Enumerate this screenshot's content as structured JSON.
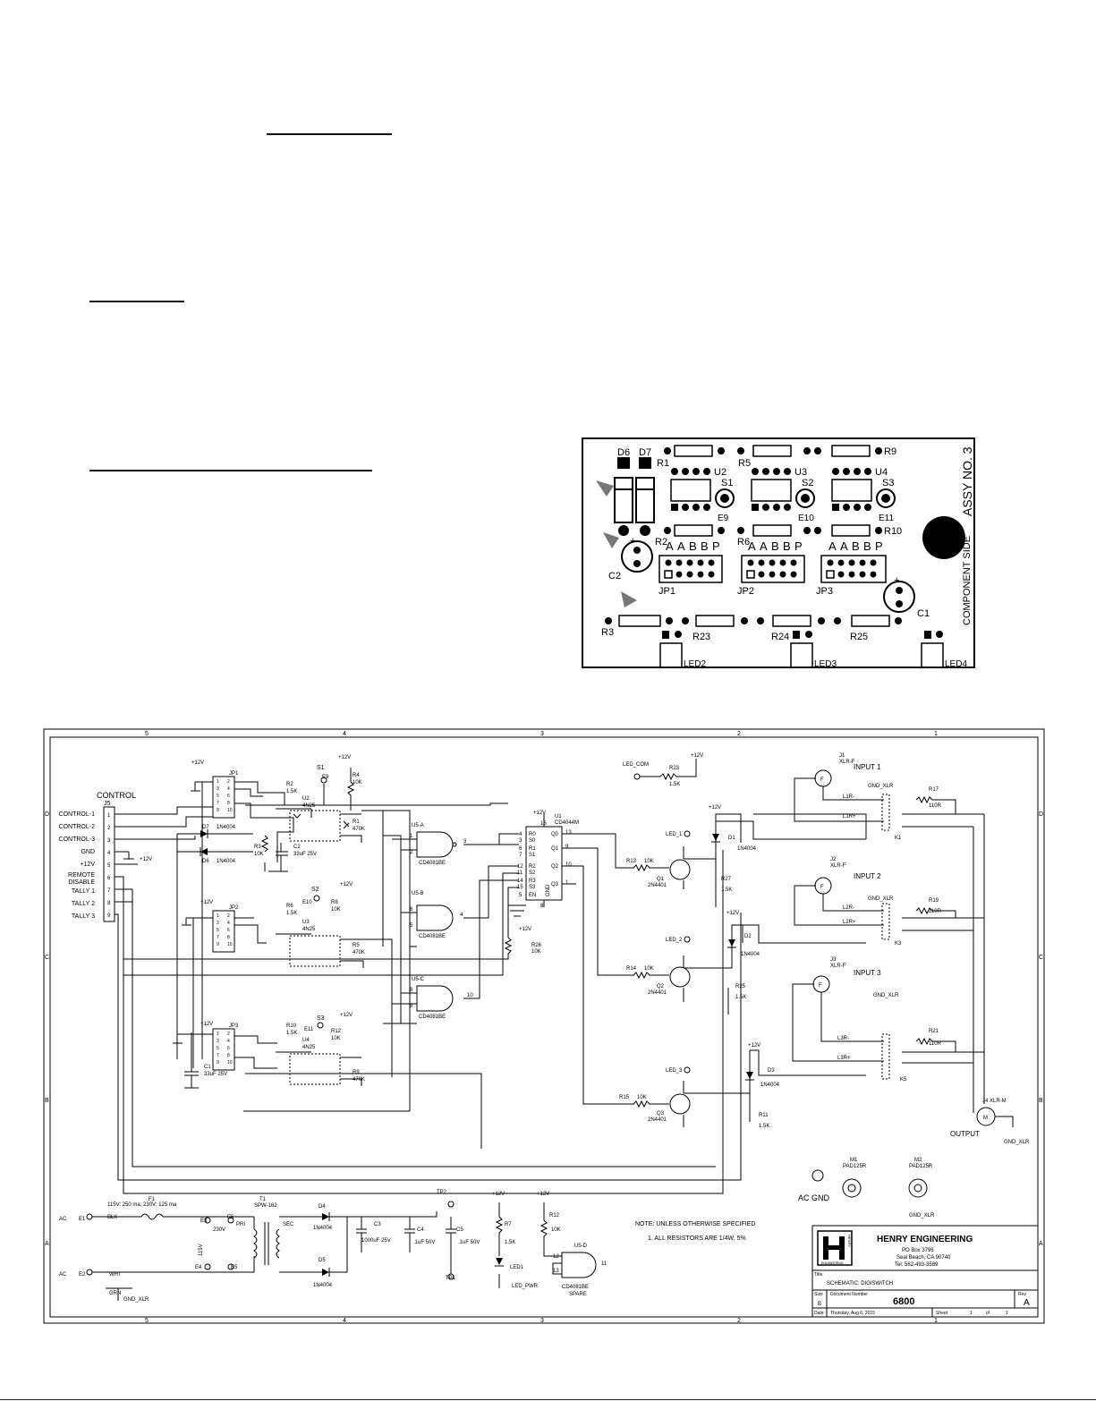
{
  "pcb": {
    "assy_label": "ASSY NO. 3",
    "side_label": "COMPONENT SIDE",
    "diodes": [
      "D6",
      "D7"
    ],
    "caps": [
      "C2",
      "C1"
    ],
    "resistors_top": [
      "R1",
      "R5",
      "R9"
    ],
    "resistors_mid": [
      "R2",
      "R6",
      "R10"
    ],
    "resistors_bot": [
      "R3",
      "R23",
      "R24",
      "R25"
    ],
    "ics": [
      "U2",
      "U3",
      "U4"
    ],
    "switches": [
      "S1",
      "S2",
      "S3"
    ],
    "terminals": [
      "E9",
      "E10",
      "E11"
    ],
    "jumpers": [
      "JP1",
      "JP2",
      "JP3"
    ],
    "jumper_letters": [
      "A",
      "A",
      "B",
      "B",
      "P"
    ],
    "leds": [
      "LED2",
      "LED3",
      "LED4"
    ]
  },
  "schematic": {
    "col_markers": [
      "5",
      "4",
      "3",
      "2",
      "1"
    ],
    "row_markers": [
      "D",
      "C",
      "B",
      "A"
    ],
    "control": {
      "title": "CONTROL",
      "ref": "J5",
      "pins": [
        "1",
        "2",
        "3",
        "4",
        "5",
        "6",
        "7",
        "8",
        "9"
      ],
      "labels": [
        "CONTROL-1",
        "CONTROL-2",
        "CONTROL-3",
        "GND",
        "+12V",
        "REMOTE",
        "DISABLE",
        "TALLY 1",
        "TALLY 2",
        "TALLY 3"
      ]
    },
    "supply": "+12V",
    "jumpers": [
      "JP1",
      "JP2",
      "JP3"
    ],
    "jp_pins": [
      "1",
      "2",
      "3",
      "4",
      "5",
      "6",
      "7",
      "8",
      "9",
      "10"
    ],
    "opto": [
      {
        "ref": "U2",
        "part": "4N25",
        "r_in": "R2",
        "r_in_val": "1.5K",
        "sw": "S1",
        "term": "E9",
        "r_pull": "R4",
        "r_pull_val": "10K",
        "r_out": "R1",
        "r_out_val": "470K"
      },
      {
        "ref": "U3",
        "part": "4N25",
        "r_in": "R6",
        "r_in_val": "1.5K",
        "sw": "S2",
        "term": "E10",
        "r_pull": "R8",
        "r_pull_val": "10K",
        "r_out": "R5",
        "r_out_val": "470K"
      },
      {
        "ref": "U4",
        "part": "4N25",
        "r_in": "R10",
        "r_in_val": "1.5K",
        "sw": "S3",
        "term": "E11",
        "r_pull": "R12",
        "r_pull_val": "10K",
        "r_out": "R9",
        "r_out_val": "470K"
      }
    ],
    "diodes_left": [
      {
        "ref": "D7",
        "part": "1N4004"
      },
      {
        "ref": "D6",
        "part": "1N4004"
      }
    ],
    "r3": {
      "ref": "R3",
      "val": "10K"
    },
    "c2": {
      "ref": "C2",
      "val": "33uF 25V"
    },
    "c1": {
      "ref": "C1",
      "val": "33uF 25V"
    },
    "gates": [
      {
        "ref": "U5-A",
        "part": "CD4081BE",
        "pins": [
          "1",
          "2",
          "3"
        ]
      },
      {
        "ref": "U5-B",
        "part": "CD4081BE",
        "pins": [
          "6",
          "5",
          "4"
        ]
      },
      {
        "ref": "U5-C",
        "part": "CD4081BE",
        "pins": [
          "8",
          "9",
          "10"
        ]
      },
      {
        "ref": "U5-D",
        "part": "CD4081BE",
        "pins": [
          "12",
          "13",
          "11"
        ],
        "note": "SPARE"
      }
    ],
    "latch": {
      "ref": "U1",
      "part": "CD4044M",
      "left_pins": [
        "R0",
        "S0",
        "R1",
        "S1",
        "R2",
        "S2",
        "R3",
        "S3",
        "EN"
      ],
      "left_nums": [
        "4",
        "3",
        "6",
        "7",
        "12",
        "11",
        "14",
        "15",
        "5"
      ],
      "right_pins": [
        "Q0",
        "Q1",
        "Q2",
        "Q3"
      ],
      "right_nums": [
        "13",
        "9",
        "10",
        "1"
      ],
      "top": "+12V",
      "top_num": "16",
      "bot": "GND",
      "bot_num": "8"
    },
    "r26": {
      "ref": "R26",
      "val": "10K"
    },
    "led_com": "LED_COM",
    "r23": {
      "ref": "R23",
      "val": "1.5K"
    },
    "channels": [
      {
        "led": "LED_1",
        "rb": "R13",
        "rb_val": "10K",
        "q": "Q1",
        "q_part": "2N4401",
        "d": "D1",
        "d_part": "1N4004",
        "rc": "R27",
        "rc_val": "1.5K",
        "k": "K1"
      },
      {
        "led": "LED_2",
        "rb": "R14",
        "rb_val": "10K",
        "q": "Q2",
        "q_part": "2N4401",
        "d": "D2",
        "d_part": "1N4004",
        "rc": "R25",
        "rc_val": "1.5K",
        "k": "K3"
      },
      {
        "led": "LED_3",
        "rb": "R15",
        "rb_val": "10K",
        "q": "Q3",
        "q_part": "2N4401",
        "d": "D3",
        "d_part": "1N4004",
        "rc": "R11",
        "rc_val": "1.5K",
        "k": "K5"
      }
    ],
    "inputs": [
      {
        "title": "INPUT 1",
        "ref": "J1",
        "part": "XLR-F",
        "gnd": "GND_XLR",
        "lm": "L1R-",
        "lp": "L1R+",
        "r": "R17",
        "r_val": "110R"
      },
      {
        "title": "INPUT 2",
        "ref": "J2",
        "part": "XLR-F",
        "gnd": "GND_XLR",
        "lm": "L2R-",
        "lp": "L2R+",
        "r": "R19",
        "r_val": "110R"
      },
      {
        "title": "INPUT 3",
        "ref": "J3",
        "part": "XLR-F",
        "gnd": "GND_XLR",
        "lm": "L3R-",
        "lp": "L3R+",
        "r": "R21",
        "r_val": "110R"
      }
    ],
    "output": {
      "title": "OUTPUT",
      "ref": "J4",
      "part": "XLR-M",
      "gnd": "GND_XLR"
    },
    "pads": [
      {
        "ref": "M1",
        "part": "PAD125R"
      },
      {
        "ref": "M2",
        "part": "PAD125R"
      }
    ],
    "ac_gnd": "AC GND",
    "power": {
      "ac": "AC",
      "e1": "E1",
      "e2": "E2",
      "e3": "E3",
      "e4": "E4",
      "e5": "E5",
      "blk": "BLK",
      "wht": "WHT",
      "grn": "GRN",
      "gnd_xlr": "GND_XLR",
      "fuse_ref": "F1",
      "fuse_val": "115V: 250 ma; 230V: 125 ma",
      "tr_ref": "T1",
      "tr_part": "SPW-162",
      "pri": "PRI",
      "sec": "SEC",
      "v115": "115V",
      "v230": "230V",
      "d4": "D4",
      "d4_part": "1N4004",
      "d5": "D5",
      "d5_part": "1N4004",
      "c3": "C3",
      "c3_val": "1000uF 25V",
      "c4": "C4",
      "c4_val": ".1uF 50V",
      "c5": "C5",
      "c5_val": ".1uF 50V",
      "tp2": "TP2",
      "tp1": "TP1",
      "r7": "R7",
      "r7_val": "1.5K",
      "led1": "LED1",
      "led_pwr": "LED_PWR",
      "r12b": "R12",
      "r12b_val": "10K"
    },
    "note_lines": [
      "NOTE: UNLESS OTHERWISE SPECIFIED",
      "1. ALL RESISTORS ARE 1/4W, 5%"
    ],
    "title_block": {
      "company": "HENRY ENGINEERING",
      "addr1": "PO Box 3796",
      "addr2": "Seal Beach, CA 90740",
      "tel": "Tel: 562-493-3589",
      "logo_side": "HENRY",
      "logo_bottom": "ENGINEERING",
      "title_label": "Title",
      "title": "SCHEMATIC: DIGISWITCH",
      "size_label": "Size",
      "size": "B",
      "docnum_label": "Document Number",
      "docnum": "6800",
      "rev_label": "Rev",
      "rev": "A",
      "date_label": "Date:",
      "date": "Thursday, Aug 6, 2015",
      "sheet_label": "Sheet",
      "sheet": "1",
      "of_label": "of",
      "sheets": "1"
    }
  }
}
